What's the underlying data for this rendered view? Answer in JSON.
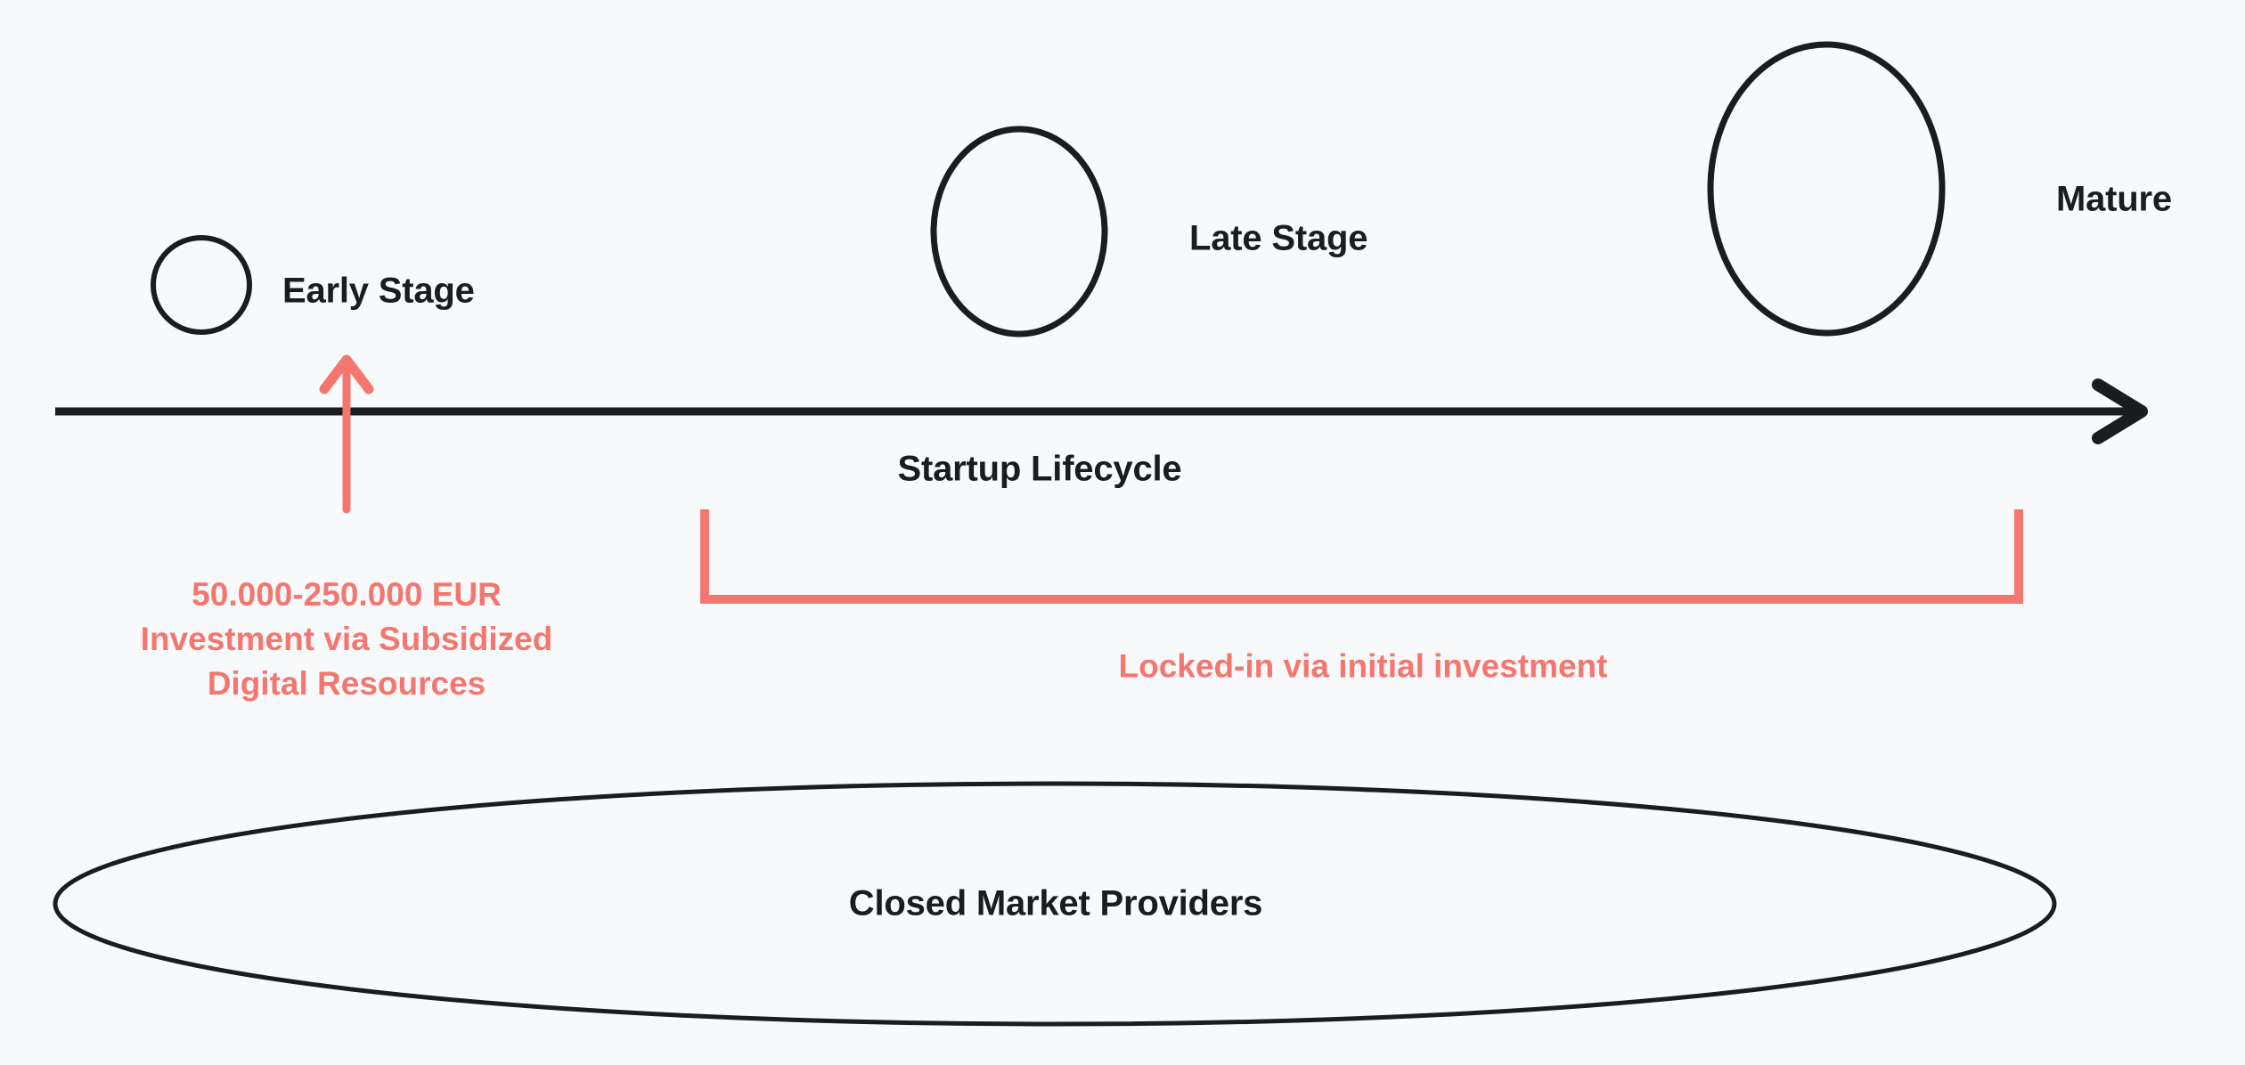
{
  "diagram": {
    "title": "Startup Lifecycle",
    "background_color": "#f8f9fb",
    "accent_color": "#f4776f",
    "ink_color": "#1a1c20"
  },
  "stages": [
    {
      "label": "Early Stage",
      "size": "small"
    },
    {
      "label": "Late Stage",
      "size": "medium"
    },
    {
      "label": "Mature",
      "size": "large"
    }
  ],
  "axis": {
    "label": "Startup Lifecycle",
    "arrow_direction": "right"
  },
  "annotations": {
    "investment_note": {
      "lines": [
        "50.000-250.000 EUR",
        "Investment via Subsidized",
        "Digital Resources"
      ],
      "color": "#f4776f"
    },
    "bracket_note": {
      "text": "Locked-in via initial investment",
      "color": "#f4776f"
    }
  },
  "market": {
    "label": "Closed Market Providers"
  }
}
